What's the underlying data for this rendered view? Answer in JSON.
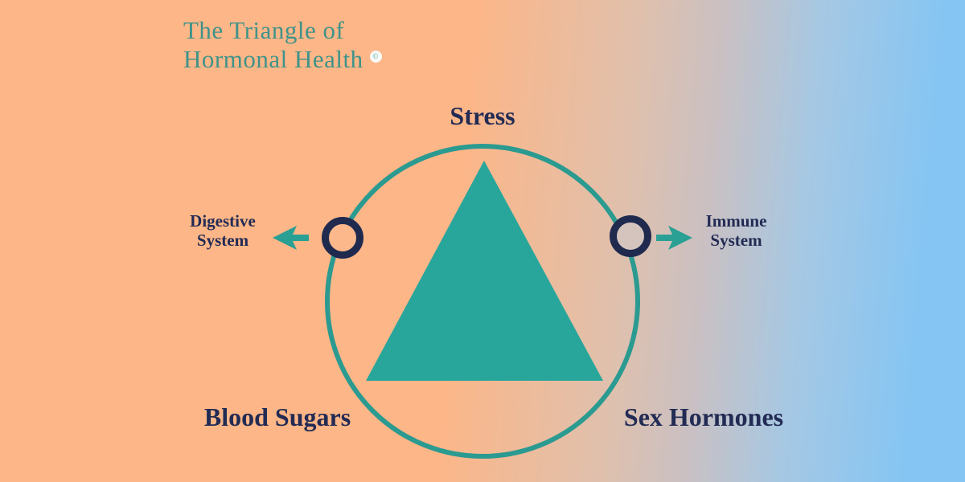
{
  "title": {
    "line1": "The Triangle of",
    "line2": "Hormonal Health",
    "mark": "©"
  },
  "diagram": {
    "top_label": "Stress",
    "bottom_left_label": "Blood Sugars",
    "bottom_right_label": "Sex Hormones",
    "left_callout": {
      "line1": "Digestive",
      "line2": "System"
    },
    "right_callout": {
      "line1": "Immune",
      "line2": "System"
    }
  },
  "colors": {
    "bg_left": "#fdb687",
    "bg_mid": "#cac0c2",
    "bg_right": "#85c5f3",
    "title_text": "#3e938a",
    "label_text": "#222b54",
    "triangle_fill": "#29a69b",
    "circle_stroke": "#2b9a90",
    "ring_stroke": "#1f2a4e",
    "ring_fill_left": "#fcb88b",
    "ring_fill_right": "#d5c4be",
    "arrow_fill": "#2aa094",
    "none": "none"
  }
}
